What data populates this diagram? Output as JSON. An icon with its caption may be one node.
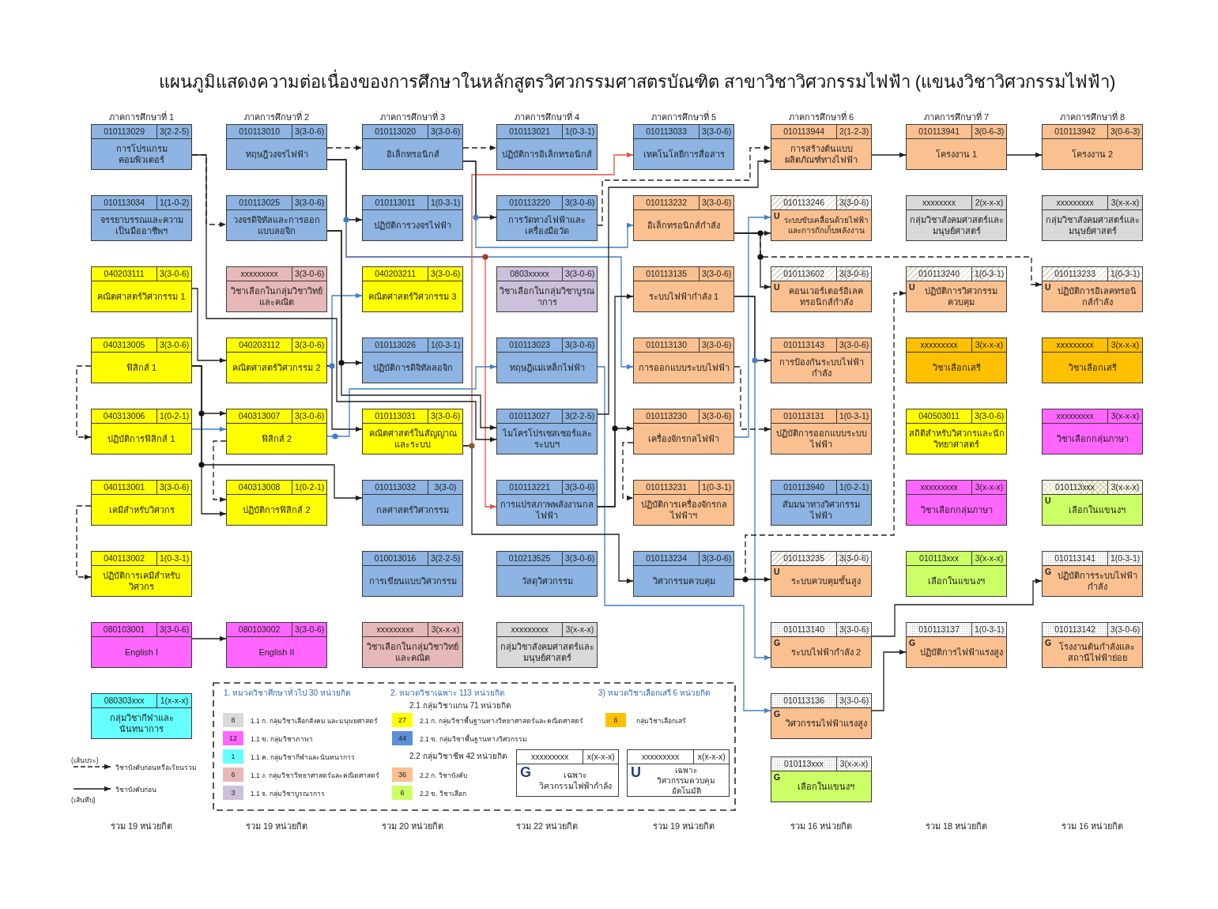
{
  "diagram": {
    "title": "แผนภูมิแสดงความต่อเนื่องของการศึกษาในหลักสูตรวิศวกรรมศาสตรบัณฑิต สาขาวิชาวิศวกรรมไฟฟ้า (แขนงวิชาวิศวกรรมไฟฟ้า)",
    "nodes": [
      {
        "text": [
          "010113029",
          "3(2-2-5)",
          "การโปรแกรมคอมพิวเตอร์"
        ]
      },
      {
        "text": [
          "010113034",
          "1(1-0-2)",
          "จรรยาบรรณและความเป็นมืออาชีพฯ"
        ]
      },
      {
        "text": [
          "040203111",
          "3(3-0-6)",
          "คณิตศาสตร์วิศวกรรม 1"
        ]
      },
      {
        "text": [
          "040313005",
          "3(3-0-6)",
          "ฟิสิกส์ 1"
        ]
      },
      {
        "text": [
          "040313006",
          "1(0-2-1)",
          "ปฏิบัติการฟิสิกส์ 1"
        ]
      },
      {
        "text": [
          "040113001",
          "3(3-0-6)",
          "เคมีสำหรับวิศวกร"
        ]
      },
      {
        "text": [
          "040113002",
          "1(0-3-1)",
          "ปฏิบัติการเคมีสำหรับวิศวกร"
        ]
      },
      {
        "text": [
          "080103001",
          "3(3-0-6)",
          "English I"
        ]
      },
      {
        "text": [
          "080303xxx",
          "1(x-x-x)",
          "กลุ่มวิชากีฬาและนันทนาการ"
        ]
      },
      {
        "text": [
          "010113010",
          "3(3-0-6)",
          "ทฤษฎีวงจรไฟฟ้า"
        ]
      },
      {
        "text": [
          "010113025",
          "3(3-0-6)",
          "วงจรดิจิทัลและการออกแบบลอจิก"
        ]
      },
      {
        "text": [
          "xxxxxxxxx",
          "3(3-0-6)",
          "วิชาเลือกในกลุ่มวิชาวิทย์และคณิต"
        ]
      },
      {
        "text": [
          "040203112",
          "3(3-0-6)",
          "คณิตศาสตร์วิศวกรรม 2"
        ]
      },
      {
        "text": [
          "040313007",
          "3(3-0-6)",
          "ฟิสิกส์ 2"
        ]
      },
      {
        "text": [
          "040313008",
          "1(0-2-1)",
          "ปฏิบัติการฟิสิกส์ 2"
        ]
      },
      {
        "text": [
          "080103002",
          "3(3-0-6)",
          "English II"
        ]
      },
      {
        "text": [
          "010113020",
          "3(3-0-6)",
          "อิเล็กทรอนิกส์"
        ]
      },
      {
        "text": [
          "010113011",
          "1(0-3-1)",
          "ปฏิบัติการวงจรไฟฟ้า"
        ]
      },
      {
        "text": [
          "040203211",
          "3(3-0-6)",
          "คณิตศาสตร์วิศวกรรม 3"
        ]
      },
      {
        "text": [
          "010113026",
          "1(0-3-1)",
          "ปฏิบัติการดิจิทัลลอจิก"
        ]
      },
      {
        "text": [
          "010113031",
          "3(3-0-6)",
          "คณิตศาสตร์ในสัญญาณและระบบ"
        ]
      },
      {
        "text": [
          "010113032",
          "3(3-0)",
          "กลศาสตร์วิศวกรรม"
        ]
      },
      {
        "text": [
          "010013016",
          "3(2-2-5)",
          "การเขียนแบบวิศวกรรม"
        ]
      },
      {
        "text": [
          "xxxxxxxxx",
          "3(x-x-x)",
          "วิชาเลือกในกลุ่มวิชาวิทย์และคณิต"
        ]
      },
      {
        "text": [
          "010113021",
          "1(0-3-1)",
          "ปฏิบัติการอิเล็กทรอนิกส์"
        ]
      },
      {
        "text": [
          "010113220",
          "3(3-0-6)",
          "การวัดทางไฟฟ้าและเครื่องมือวัด"
        ]
      },
      {
        "text": [
          "0803xxxxx",
          "3(3-0-6)",
          "วิชาเลือกในกลุ่มวิชาบูรณาการ"
        ]
      },
      {
        "text": [
          "010113023",
          "3(3-0-6)",
          "ทฤษฎีแม่เหล็กไฟฟ้า"
        ]
      },
      {
        "text": [
          "010113027",
          "3(2-2-5)",
          "ไมโครโปรเซสเซอร์และระบบฯ"
        ]
      },
      {
        "text": [
          "010113221",
          "3(3-0-6)",
          "การแปรสภาพพลังงานกลไฟฟ้า"
        ]
      },
      {
        "text": [
          "010213525",
          "3(3-0-6)",
          "วัสดุวิศวกรรม"
        ]
      },
      {
        "text": [
          "xxxxxxxxx",
          "3(x-x-x)",
          "กลุ่มวิชาสังคมศาสตร์และมนุษย์ศาสตร์"
        ]
      },
      {
        "text": [
          "010113033",
          "3(3-0-6)",
          "เทคโนโลยีการสื่อสาร"
        ]
      },
      {
        "text": [
          "010113232",
          "3(3-0-6)",
          "อิเล็กทรอนิกส์กำลัง"
        ]
      },
      {
        "text": [
          "010113135",
          "3(3-0-6)",
          "ระบบไฟฟ้ากำลัง 1"
        ]
      },
      {
        "text": [
          "010113130",
          "3(3-0-6)",
          "การออกแบบระบบไฟฟ้า"
        ]
      },
      {
        "text": [
          "010113230",
          "3(3-0-6)",
          "เครื่องจักรกลไฟฟ้า"
        ]
      },
      {
        "text": [
          "010113231",
          "1(0-3-1)",
          "ปฏิบัติการเครื่องจักรกลไฟฟ้าฯ"
        ]
      },
      {
        "text": [
          "010113234",
          "3(3-0-6)",
          "วิศวกรรมควบคุม"
        ]
      },
      {
        "text": [
          "010113944",
          "2(1-2-3)",
          "การสร้างต้นแบบผลิตภัณฑ์ทางไฟฟ้า"
        ]
      },
      {
        "text": [
          "010113246",
          "3(3-0-6)",
          "U",
          "ระบบขับเคลื่อนด้วยไฟฟ้าและการกักเก็บพลังงาน"
        ]
      },
      {
        "text": [
          "010113602",
          "3(3-0-6)",
          "U",
          "คอนเวอร์เตอร์อิเลคทรอนิกส์กำลัง"
        ]
      },
      {
        "text": [
          "010113143",
          "3(3-0-6)",
          "การป้องกันระบบไฟฟ้ากำลัง"
        ]
      },
      {
        "text": [
          "010113131",
          "1(0-3-1)",
          "ปฏิบัติการออกแบบระบบไฟฟ้า"
        ]
      },
      {
        "text": [
          "010113940",
          "1(0-2-1)",
          "สัมมนาทางวิศวกรรมไฟฟ้า"
        ]
      },
      {
        "text": [
          "010113235",
          "3(3-0-6)",
          "U",
          "ระบบควบคุมขั้นสูง"
        ]
      },
      {
        "text": [
          "010113140",
          "3(3-0-6)",
          "G",
          "ระบบไฟฟ้ากำลัง 2"
        ]
      },
      {
        "text": [
          "010113136",
          "3(3-0-6)",
          "G",
          "วิศวกรรมไฟฟ้าแรงสูง"
        ]
      },
      {
        "text": [
          "010113xxx",
          "3(x-x-x)",
          "G",
          "เลือกในแขนงฯ"
        ]
      },
      {
        "text": [
          "010113941",
          "3(0-6-3)",
          "โครงงาน 1"
        ]
      },
      {
        "text": [
          "xxxxxxxx",
          "2(x-x-x)",
          "กลุ่มวิชาสังคมศาสตร์และมนุษย์ศาสตร์"
        ]
      },
      {
        "text": [
          "010113240",
          "1(0-3-1)",
          "U",
          "ปฏิบัติการวิศวกรรมควบคุม"
        ]
      },
      {
        "text": [
          "xxxxxxxxx",
          "3(x-x-x)",
          "วิชาเลือกเสรี"
        ]
      },
      {
        "text": [
          "040503011",
          "3(3-0-6)",
          "สถิติสำหรับวิศวกรและนักวิทยาศาสตร์"
        ]
      },
      {
        "text": [
          "xxxxxxxxx",
          "3(x-x-x)",
          "วิชาเลือกกลุ่มภาษา"
        ]
      },
      {
        "text": [
          "010113xxx",
          "3(x-x-x)",
          "เลือกในแขนงฯ"
        ]
      },
      {
        "text": [
          "010113137",
          "1(0-3-1)",
          "G",
          "ปฏิบัติการไฟฟ้าแรงสูง"
        ]
      },
      {
        "text": [
          "010113942",
          "3(0-6-3)",
          "โครงงาน 2"
        ]
      },
      {
        "text": [
          "xxxxxxxxx",
          "3(x-x-x)",
          "กลุ่มวิชาสังคมศาสตร์และมนุษย์ศาสตร์"
        ]
      },
      {
        "text": [
          "010113233",
          "1(0-3-1)",
          "U",
          "ปฏิบัติการอิเลคทรอนิกส์กำลัง"
        ]
      },
      {
        "text": [
          "xxxxxxxxx",
          "3(x-x-x)",
          "วิชาเลือกเสรี"
        ]
      },
      {
        "text": [
          "xxxxxxxxx",
          "3(x-x-x)",
          "วิชาเลือกกลุ่มภาษา"
        ]
      },
      {
        "text": [
          "010113xxx",
          "3(x-x-x)",
          "U",
          "เลือกในแขนงฯ"
        ]
      },
      {
        "text": [
          "010113141",
          "1(0-3-1)",
          "G",
          "ปฏิบัติการระบบไฟฟ้ากำลัง"
        ]
      },
      {
        "text": [
          "010113142",
          "3(3-0-6)",
          "G",
          "โรงงานต้นกำลังและสถานีไฟฟ้าย่อย"
        ]
      },
      {
        "text": [
          "xxxxxxxxx",
          "x(x-x-x)",
          "G",
          "เฉพาะ วิศวกรรมไฟฟ้ากำลัง"
        ]
      },
      {
        "text": [
          "xxxxxxxxx",
          "x(x-x-x)",
          "U",
          "เฉพาะ วิศวกรรมควบคุมอัตโนมัติ"
        ]
      }
    ],
    "edges": [
      {
        "from": 0,
        "to": 10,
        "arrow": "to",
        "style": "dashed"
      },
      {
        "from": 0,
        "to": 28,
        "arrow": "to"
      },
      {
        "from": 2,
        "to": 12,
        "arrow": "to"
      },
      {
        "from": 3,
        "to": 4,
        "arrow": "to",
        "style": "dashed"
      },
      {
        "from": 3,
        "to": 13,
        "arrow": "to"
      },
      {
        "from": 3,
        "to": 14,
        "arrow": "to"
      },
      {
        "from": 3,
        "to": 21,
        "arrow": "to"
      },
      {
        "from": 4,
        "to": 13,
        "arrow": "to",
        "color": "#3f7fc6"
      },
      {
        "from": 5,
        "to": 6,
        "arrow": "to",
        "style": "dashed"
      },
      {
        "from": 7,
        "to": 15,
        "arrow": "to"
      },
      {
        "from": 9,
        "to": 16,
        "arrow": "to",
        "style": "dashed"
      },
      {
        "from": 9,
        "to": 17,
        "arrow": "to"
      },
      {
        "from": 9,
        "to": 29,
        "arrow": "to",
        "color": "#e0533c"
      },
      {
        "from": 9,
        "to": 35,
        "arrow": "to",
        "color": "#3f7fc6"
      },
      {
        "from": 10,
        "to": 19,
        "arrow": "to"
      },
      {
        "from": 10,
        "to": 28,
        "arrow": "to"
      },
      {
        "from": 12,
        "to": 18,
        "arrow": "to",
        "color": "#3f7fc6"
      },
      {
        "from": 12,
        "to": 20,
        "arrow": "to"
      },
      {
        "from": 13,
        "to": 14,
        "arrow": "to",
        "style": "dashed"
      },
      {
        "from": 13,
        "to": 27,
        "arrow": "to",
        "color": "#3f7fc6"
      },
      {
        "from": 16,
        "to": 24,
        "arrow": "to",
        "style": "dashed"
      },
      {
        "from": 16,
        "to": 25,
        "arrow": "to"
      },
      {
        "from": 16,
        "to": 33,
        "arrow": "to",
        "color": "#3f7fc6"
      },
      {
        "from": 20,
        "to": 32,
        "arrow": "to",
        "color": "#e0533c"
      },
      {
        "from": 20,
        "to": 38,
        "arrow": "to"
      },
      {
        "from": 25,
        "to": 39,
        "arrow": "to",
        "style": "dashed"
      },
      {
        "from": 27,
        "to": 47,
        "arrow": "to",
        "color": "#3f7fc6"
      },
      {
        "from": 28,
        "to": 39,
        "arrow": "to"
      },
      {
        "from": 29,
        "to": 34,
        "arrow": "to"
      },
      {
        "from": 29,
        "to": 36,
        "arrow": "to"
      },
      {
        "from": 33,
        "to": 40,
        "arrow": "to"
      },
      {
        "from": 33,
        "to": 41,
        "arrow": "to"
      },
      {
        "from": 33,
        "to": 59,
        "arrow": "to",
        "style": "dashed"
      },
      {
        "from": 34,
        "to": 42,
        "arrow": "to"
      },
      {
        "from": 34,
        "to": 46,
        "arrow": "to",
        "color": "#3f7fc6"
      },
      {
        "from": 35,
        "to": 43,
        "arrow": "to",
        "style": "dashed"
      },
      {
        "from": 36,
        "to": 37,
        "arrow": "to",
        "style": "dashed"
      },
      {
        "from": 36,
        "to": 40,
        "arrow": "to",
        "color": "#3f7fc6"
      },
      {
        "from": 38,
        "to": 45,
        "arrow": "to"
      },
      {
        "from": 38,
        "to": 51,
        "arrow": "to",
        "style": "dashed"
      },
      {
        "from": 39,
        "to": 49,
        "arrow": "to"
      },
      {
        "from": 46,
        "to": 63,
        "arrow": "to"
      },
      {
        "from": 47,
        "to": 56,
        "arrow": "to"
      },
      {
        "from": 49,
        "to": 57,
        "arrow": "to"
      }
    ],
    "labels": [
      "ภาคการศึกษาที่ 1",
      "ภาคการศึกษาที่ 2",
      "ภาคการศึกษาที่ 3",
      "ภาคการศึกษาที่ 4",
      "ภาคการศึกษาที่ 5",
      "ภาคการศึกษาที่ 6",
      "ภาคการศึกษาที่ 7",
      "ภาคการศึกษาที่ 8",
      "1. หมวดวิชาศึกษาทั่วไป 30 หน่วยกิต",
      "2. หมวดวิชาเฉพาะ 113 หน่วยกิต",
      "3) หมวดวิชาเลือกเสรี 6 หน่วยกิต",
      "2.1 กลุ่มวิชาแกน 71 หน่วยกิต",
      "8",
      "27",
      "6",
      "12",
      "44",
      "1",
      "2.2 กลุ่มวิชาชีพ 42 หน่วยกิต",
      "(เส้นประ)",
      "6",
      "36",
      "3",
      "6",
      "(เส้นทึบ)",
      "รวม 19 หน่วยกิต",
      "รวม 19 หน่วยกิต",
      "รวม 20 หน่วยกิต",
      "รวม 22 หน่วยกิต",
      "รวม 19 หน่วยกิต",
      "รวม 16 หน่วยกิต",
      "รวม 18 หน่วยกิต",
      "รวม 16 หน่วยกิต"
    ],
    "legend": [
      {
        "text": "วิชาบังคับก่อนหรือเรียนร่วม"
      },
      {
        "text": "วิชาบังคับก่อน"
      },
      {
        "text": "1.1 ก. กลุ่มวิชาเลือกสังคม และมนุษยศาสตร์",
        "color": "#d9d9d9"
      },
      {
        "text": "1.1 ข. กลุ่มวิชาภาษา",
        "color": "#ff66ff"
      },
      {
        "text": "1.1 ค. กลุ่มวิชากีฬาและนันทนาการ",
        "color": "#66ffff"
      },
      {
        "text": "1.1 ง. กลุ่มวิชาวิทยาศาสตร์และคณิตศาสตร์",
        "color": "#e6b9b8"
      },
      {
        "text": "1.1 จ. กลุ่มวิชาบูรณาการ",
        "color": "#ccc0da"
      },
      {
        "text": "2.1 ก. กลุ่มวิชาพื้นฐานทางวิทยาศาสตร์และคณิตศาสตร์",
        "color": "#ffff00"
      },
      {
        "text": "2.1 ข. กลุ่มวิชาพื้นฐานทางวิศวกรรม",
        "color": "#5b8fd6"
      },
      {
        "text": "2.2 ก. วิชาบังคับ",
        "color": "#fac090"
      },
      {
        "text": "2.2 ข. วิชาเลือก",
        "color": "#ccff66"
      },
      {
        "text": "กลุ่มวิชาเลือกเสรี",
        "color": "#ffc000"
      }
    ]
  }
}
